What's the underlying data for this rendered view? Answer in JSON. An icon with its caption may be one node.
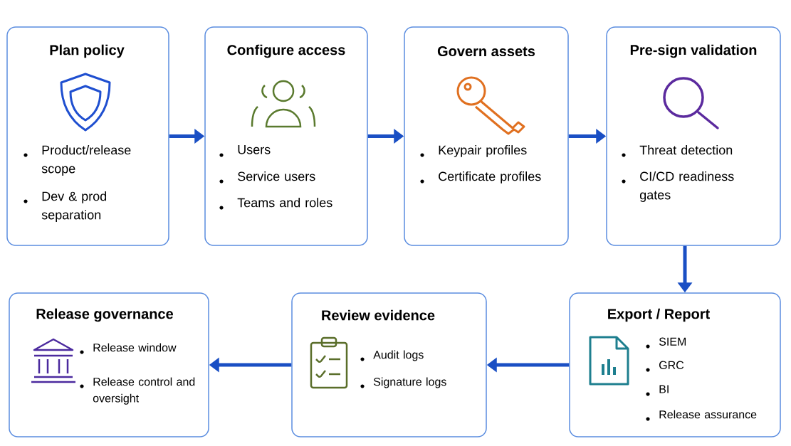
{
  "diagram": {
    "nodes": [
      {
        "text": [
          "Plan policy",
          "Product/release scope",
          "Dev & prod separation"
        ]
      },
      {
        "text": [
          "Configure access",
          "Users",
          "Service users",
          "Teams and roles"
        ]
      },
      {
        "text": [
          "Govern assets",
          "Keypair profiles",
          "Certificate profiles"
        ]
      },
      {
        "text": [
          "Pre-sign validation",
          "Threat detection",
          "CI/CD readiness gates"
        ]
      },
      {
        "text": [
          "Export / Report",
          "SIEM",
          "GRC",
          "BI",
          "Release assurance"
        ]
      },
      {
        "text": [
          "Review evidence",
          "Audit logs",
          "Signature logs"
        ]
      },
      {
        "text": [
          "Release governance",
          "Release window",
          "Release control and oversight"
        ]
      }
    ],
    "edges": [
      {
        "from": 0,
        "to": 1,
        "arrow": "to"
      },
      {
        "from": 1,
        "to": 2,
        "arrow": "to"
      },
      {
        "from": 2,
        "to": 3,
        "arrow": "to"
      },
      {
        "from": 3,
        "to": 4,
        "arrow": "to"
      },
      {
        "from": 4,
        "to": 5,
        "arrow": "to"
      },
      {
        "from": 5,
        "to": 6,
        "arrow": "to"
      }
    ]
  }
}
